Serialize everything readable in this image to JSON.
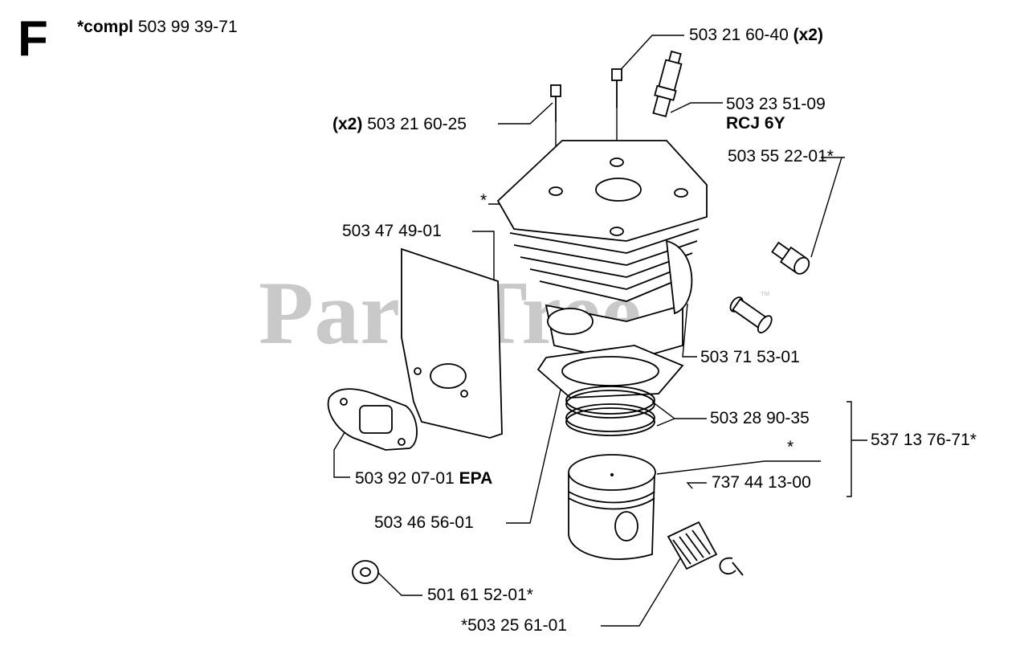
{
  "header": {
    "section_letter": "F",
    "compl_prefix": "*compl",
    "compl_number": "503 99 39-71"
  },
  "watermark": {
    "text": "PartsTree",
    "tm": "™"
  },
  "callouts": {
    "screw_top": {
      "number": "503 21 60-40",
      "qty": "(x2)"
    },
    "screw_left": {
      "qty": "(x2)",
      "number": "503 21 60-25"
    },
    "spark_plug": {
      "number": "503 23 51-09",
      "code": "RCJ 6Y"
    },
    "decomp_valve": {
      "number": "503 55 22-01*"
    },
    "cylinder_mark": {
      "text": "*"
    },
    "heat_shield": {
      "number": "503 47 49-01"
    },
    "connector": {
      "number": "503 71 53-01"
    },
    "piston_rings": {
      "number": "503 28 90-35"
    },
    "piston_kit": {
      "number": "537 13 76-71*"
    },
    "piston_mark": {
      "text": "*"
    },
    "circlip": {
      "number": "737 44 13-00"
    },
    "muffler_gasket": {
      "number": "503 92 07-01",
      "tag": "EPA"
    },
    "cylinder_gasket": {
      "number": "503 46 56-01"
    },
    "plug": {
      "number": "501 61 52-01*"
    },
    "needle_bearing": {
      "number": "*503 25 61-01"
    }
  }
}
